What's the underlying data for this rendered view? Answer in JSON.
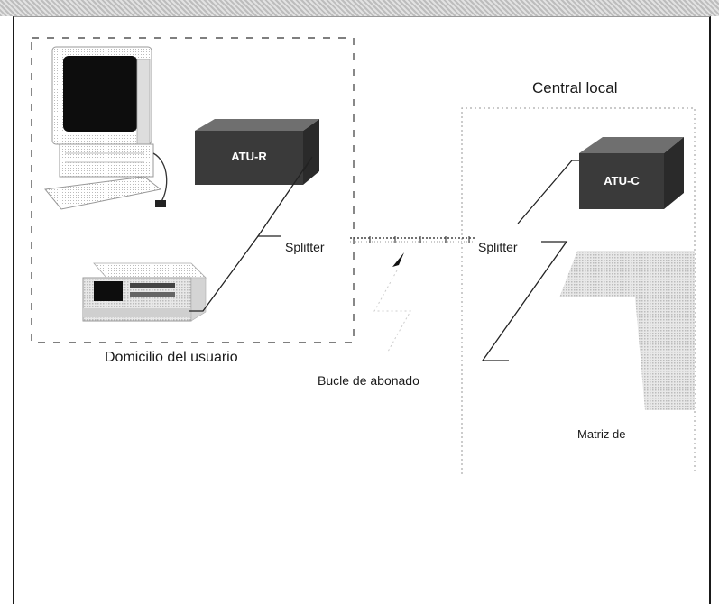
{
  "labels": {
    "central_local": "Central local",
    "atu_r": "ATU-R",
    "atu_c": "ATU-C",
    "splitter_left": "Splitter",
    "splitter_right": "Splitter",
    "domicilio": "Domicilio del usuario",
    "bucle": "Bucle de abonado",
    "matriz": "Matriz de"
  }
}
